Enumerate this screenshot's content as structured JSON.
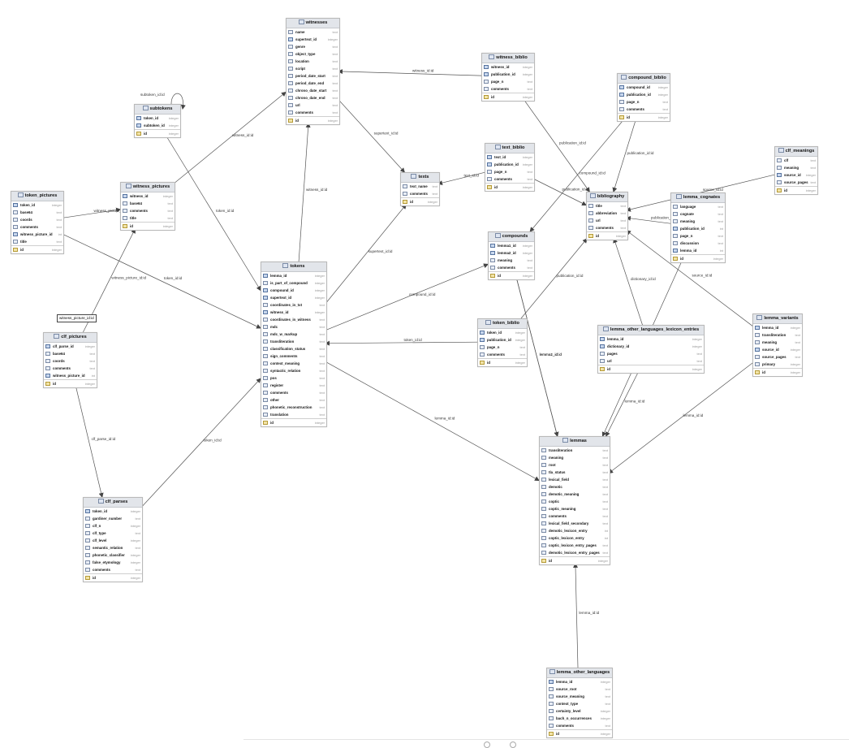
{
  "diagram": {
    "tables": [
      {
        "key": "witnesses",
        "title": "witnesses",
        "columns": [
          {
            "name": "name",
            "type": "text"
          },
          {
            "name": "supertext_id",
            "type": "integer"
          },
          {
            "name": "genre",
            "type": "text"
          },
          {
            "name": "object_type",
            "type": "text"
          },
          {
            "name": "location",
            "type": "text"
          },
          {
            "name": "script",
            "type": "text"
          },
          {
            "name": "period_date_start",
            "type": "text"
          },
          {
            "name": "period_date_end",
            "type": "text"
          },
          {
            "name": "chrono_date_start",
            "type": "text"
          },
          {
            "name": "chrono_date_end",
            "type": "text"
          },
          {
            "name": "url",
            "type": "text"
          },
          {
            "name": "comments",
            "type": "text"
          },
          {
            "name": "id",
            "type": "integer"
          }
        ]
      },
      {
        "key": "witness_biblio",
        "title": "witness_biblio",
        "columns": [
          {
            "name": "witness_id",
            "type": "integer"
          },
          {
            "name": "publication_id",
            "type": "integer"
          },
          {
            "name": "page_n",
            "type": "text"
          },
          {
            "name": "comments",
            "type": "text"
          },
          {
            "name": "id",
            "type": "integer"
          }
        ]
      },
      {
        "key": "compound_biblio",
        "title": "compound_biblio",
        "columns": [
          {
            "name": "compound_id",
            "type": "integer"
          },
          {
            "name": "publication_id",
            "type": "integer"
          },
          {
            "name": "page_n",
            "type": "text"
          },
          {
            "name": "comments",
            "type": "text"
          },
          {
            "name": "id",
            "type": "integer"
          }
        ]
      },
      {
        "key": "subtokens",
        "title": "subtokens",
        "columns": [
          {
            "name": "token_id",
            "type": "integer"
          },
          {
            "name": "subtoken_id",
            "type": "integer"
          },
          {
            "name": "id",
            "type": "integer"
          }
        ]
      },
      {
        "key": "text_biblio",
        "title": "text_biblio",
        "columns": [
          {
            "name": "text_id",
            "type": "integer"
          },
          {
            "name": "publication_id",
            "type": "integer"
          },
          {
            "name": "page_n",
            "type": "text"
          },
          {
            "name": "comments",
            "type": "text"
          },
          {
            "name": "id",
            "type": "integer"
          }
        ]
      },
      {
        "key": "clf_meanings",
        "title": "clf_meanings",
        "columns": [
          {
            "name": "clf",
            "type": "text"
          },
          {
            "name": "meaning",
            "type": "text"
          },
          {
            "name": "source_id",
            "type": "integer"
          },
          {
            "name": "source_pages",
            "type": "text"
          },
          {
            "name": "id",
            "type": "integer"
          }
        ]
      },
      {
        "key": "texts",
        "title": "texts",
        "columns": [
          {
            "name": "text_name",
            "type": "text"
          },
          {
            "name": "comments",
            "type": "text"
          },
          {
            "name": "id",
            "type": "integer"
          }
        ]
      },
      {
        "key": "token_pictures",
        "title": "token_pictures",
        "columns": [
          {
            "name": "token_id",
            "type": "integer"
          },
          {
            "name": "base64",
            "type": "text"
          },
          {
            "name": "coords",
            "type": "text"
          },
          {
            "name": "comments",
            "type": "text"
          },
          {
            "name": "witness_picture_id",
            "type": "int"
          },
          {
            "name": "title",
            "type": "text"
          },
          {
            "name": "id",
            "type": "integer"
          }
        ]
      },
      {
        "key": "witness_pictures",
        "title": "witness_pictures",
        "columns": [
          {
            "name": "witness_id",
            "type": "integer"
          },
          {
            "name": "base64",
            "type": "text"
          },
          {
            "name": "comments",
            "type": "text"
          },
          {
            "name": "title",
            "type": "text"
          },
          {
            "name": "id",
            "type": "integer"
          }
        ]
      },
      {
        "key": "bibliography",
        "title": "bibliography",
        "columns": [
          {
            "name": "title",
            "type": "text"
          },
          {
            "name": "abbreviation",
            "type": "text"
          },
          {
            "name": "url",
            "type": "text"
          },
          {
            "name": "comments",
            "type": "text"
          },
          {
            "name": "id",
            "type": "integer"
          }
        ]
      },
      {
        "key": "lemma_cognates",
        "title": "lemma_cognates",
        "columns": [
          {
            "name": "language",
            "type": "text"
          },
          {
            "name": "cognate",
            "type": "text"
          },
          {
            "name": "meaning",
            "type": "text"
          },
          {
            "name": "publication_id",
            "type": "int"
          },
          {
            "name": "page_n",
            "type": "text"
          },
          {
            "name": "discussion",
            "type": "text"
          },
          {
            "name": "lemma_id",
            "type": "int"
          },
          {
            "name": "id",
            "type": "integer"
          }
        ]
      },
      {
        "key": "compounds",
        "title": "compounds",
        "columns": [
          {
            "name": "lemma1_id",
            "type": "integer"
          },
          {
            "name": "lemma2_id",
            "type": "integer"
          },
          {
            "name": "meaning",
            "type": "text"
          },
          {
            "name": "comments",
            "type": "text"
          },
          {
            "name": "id",
            "type": "integer"
          }
        ]
      },
      {
        "key": "tokens",
        "title": "tokens",
        "columns": [
          {
            "name": "lemma_id",
            "type": "integer"
          },
          {
            "name": "is_part_of_compound",
            "type": "integer"
          },
          {
            "name": "compound_id",
            "type": "integer"
          },
          {
            "name": "supertext_id",
            "type": "integer"
          },
          {
            "name": "coordinates_in_txt",
            "type": "text"
          },
          {
            "name": "witness_id",
            "type": "integer"
          },
          {
            "name": "coordinates_in_witness",
            "type": "text"
          },
          {
            "name": "mdc",
            "type": "text"
          },
          {
            "name": "mdc_w_markup",
            "type": "text"
          },
          {
            "name": "transliteration",
            "type": "text"
          },
          {
            "name": "classification_status",
            "type": "text"
          },
          {
            "name": "sign_comments",
            "type": "text"
          },
          {
            "name": "context_meaning",
            "type": "text"
          },
          {
            "name": "syntactic_relation",
            "type": "text"
          },
          {
            "name": "pos",
            "type": "text"
          },
          {
            "name": "register",
            "type": "text"
          },
          {
            "name": "comments",
            "type": "text"
          },
          {
            "name": "other",
            "type": "text"
          },
          {
            "name": "phonetic_reconstruction",
            "type": "text"
          },
          {
            "name": "translation",
            "type": "text"
          },
          {
            "name": "id",
            "type": "integer"
          }
        ]
      },
      {
        "key": "lemma_variants",
        "title": "lemma_variants",
        "columns": [
          {
            "name": "lemma_id",
            "type": "integer"
          },
          {
            "name": "transliteration",
            "type": "text"
          },
          {
            "name": "meaning",
            "type": "text"
          },
          {
            "name": "source_id",
            "type": "integer"
          },
          {
            "name": "source_pages",
            "type": "text"
          },
          {
            "name": "primary",
            "type": "integer"
          },
          {
            "name": "id",
            "type": "integer"
          }
        ]
      },
      {
        "key": "token_biblio",
        "title": "token_biblio",
        "columns": [
          {
            "name": "token_id",
            "type": "integer"
          },
          {
            "name": "publication_id",
            "type": "integer"
          },
          {
            "name": "page_n",
            "type": "text"
          },
          {
            "name": "comments",
            "type": "text"
          },
          {
            "name": "id",
            "type": "integer"
          }
        ]
      },
      {
        "key": "lemma_other_languages_lexicon_entries",
        "title": "lemma_other_languages_lexicon_entries",
        "columns": [
          {
            "name": "lemma_id",
            "type": "integer"
          },
          {
            "name": "dictionary_id",
            "type": "integer"
          },
          {
            "name": "pages",
            "type": "text"
          },
          {
            "name": "url",
            "type": "text"
          },
          {
            "name": "id",
            "type": "integer"
          }
        ]
      },
      {
        "key": "clf_pictures",
        "title": "clf_pictures",
        "columns": [
          {
            "name": "clf_parse_id",
            "type": "integer"
          },
          {
            "name": "base64",
            "type": "text"
          },
          {
            "name": "coords",
            "type": "text"
          },
          {
            "name": "comments",
            "type": "text"
          },
          {
            "name": "witness_picture_id",
            "type": "int"
          },
          {
            "name": "id",
            "type": "integer"
          }
        ]
      },
      {
        "key": "lemmas",
        "title": "lemmas",
        "columns": [
          {
            "name": "transliteration",
            "type": "text"
          },
          {
            "name": "meaning",
            "type": "text"
          },
          {
            "name": "root",
            "type": "text"
          },
          {
            "name": "tla_status",
            "type": "text"
          },
          {
            "name": "lexical_field",
            "type": "text"
          },
          {
            "name": "demotic",
            "type": "text"
          },
          {
            "name": "demotic_meaning",
            "type": "text"
          },
          {
            "name": "coptic",
            "type": "text"
          },
          {
            "name": "coptic_meaning",
            "type": "text"
          },
          {
            "name": "comments",
            "type": "text"
          },
          {
            "name": "lexical_field_secondary",
            "type": "text"
          },
          {
            "name": "demotic_lexicon_entry",
            "type": "int"
          },
          {
            "name": "coptic_lexicon_entry",
            "type": "int"
          },
          {
            "name": "coptic_lexicon_entry_pages",
            "type": "text"
          },
          {
            "name": "demotic_lexicon_entry_pages",
            "type": "text"
          },
          {
            "name": "id",
            "type": "integer"
          }
        ]
      },
      {
        "key": "clf_parses",
        "title": "clf_parses",
        "columns": [
          {
            "name": "token_id",
            "type": "integer"
          },
          {
            "name": "gardiner_number",
            "type": "text"
          },
          {
            "name": "clf_n",
            "type": "integer"
          },
          {
            "name": "clf_type",
            "type": "text"
          },
          {
            "name": "clf_level",
            "type": "integer"
          },
          {
            "name": "semantic_relation",
            "type": "text"
          },
          {
            "name": "phonetic_classifier",
            "type": "integer"
          },
          {
            "name": "false_etymology",
            "type": "integer"
          },
          {
            "name": "comments",
            "type": "text"
          },
          {
            "name": "id",
            "type": "integer"
          }
        ]
      },
      {
        "key": "lemma_other_languages",
        "title": "lemma_other_languages",
        "columns": [
          {
            "name": "lemma_id",
            "type": "integer"
          },
          {
            "name": "source_root",
            "type": "text"
          },
          {
            "name": "source_meaning",
            "type": "text"
          },
          {
            "name": "context_type",
            "type": "text"
          },
          {
            "name": "certainty_level",
            "type": "integer"
          },
          {
            "name": "bach_n_occurrences",
            "type": "integer"
          },
          {
            "name": "comments",
            "type": "text"
          },
          {
            "name": "id",
            "type": "integer"
          }
        ]
      }
    ],
    "relations": [
      {
        "from": "subtokens",
        "to": "subtokens",
        "label": "subtoken_id:id"
      },
      {
        "from": "witness_biblio",
        "to": "witnesses",
        "label": "witness_id:id"
      },
      {
        "from": "witnesses",
        "to": "texts",
        "label": "supertext_id:id"
      },
      {
        "from": "witness_pictures",
        "to": "witnesses",
        "label": "witness_id:id"
      },
      {
        "from": "token_pictures",
        "to": "witness_pictures",
        "label": "witness_picture_id:id"
      },
      {
        "from": "token_pictures",
        "to": "tokens",
        "label": "token_id:id"
      },
      {
        "from": "subtokens",
        "to": "tokens",
        "label": "token_id:id"
      },
      {
        "from": "tokens",
        "to": "witnesses",
        "label": "witness_id:id"
      },
      {
        "from": "tokens",
        "to": "texts",
        "label": "supertext_id:id"
      },
      {
        "from": "text_biblio",
        "to": "texts",
        "label": "text_id:id"
      },
      {
        "from": "witness_biblio",
        "to": "bibliography",
        "label": "publication_id:id"
      },
      {
        "from": "text_biblio",
        "to": "bibliography",
        "label": "publication_id:id"
      },
      {
        "from": "compound_biblio",
        "to": "bibliography",
        "label": "publication_id:id"
      },
      {
        "from": "compound_biblio",
        "to": "compounds",
        "label": "compound_id:id"
      },
      {
        "from": "clf_meanings",
        "to": "bibliography",
        "label": "source_id:id"
      },
      {
        "from": "lemma_cognates",
        "to": "bibliography",
        "label": "publication_id:id"
      },
      {
        "from": "tokens",
        "to": "compounds",
        "label": "compound_id:id"
      },
      {
        "from": "token_biblio",
        "to": "bibliography",
        "label": "publication_id:id"
      },
      {
        "from": "token_biblio",
        "to": "tokens",
        "label": "token_id:id"
      },
      {
        "from": "lemma_variants",
        "to": "bibliography",
        "label": "source_id:id"
      },
      {
        "from": "lemma_other_languages_lexicon_entries",
        "to": "bibliography",
        "label": "dictionary_id:id"
      },
      {
        "from": "clf_pictures",
        "to": "witness_pictures",
        "label": "witness_picture_id:id"
      },
      {
        "from": "clf_pictures",
        "to": "clf_parses",
        "label": "clf_parse_id:id"
      },
      {
        "from": "clf_parses",
        "to": "tokens",
        "label": "token_id:id"
      },
      {
        "from": "tokens",
        "to": "lemmas",
        "label": "lemma_id:id"
      },
      {
        "from": "compounds",
        "to": "lemmas",
        "label": "lemma1_id:id"
      },
      {
        "from": "compounds",
        "to": "lemmas",
        "label": "lemma2_id:id"
      },
      {
        "from": "lemma_cognates",
        "to": "lemmas",
        "label": "lemma_id:id"
      },
      {
        "from": "lemma_variants",
        "to": "lemmas",
        "label": "lemma_id:id"
      },
      {
        "from": "lemma_other_languages_lexicon_entries",
        "to": "lemmas",
        "label": "lemma_id:id"
      },
      {
        "from": "lemma_other_languages",
        "to": "lemmas",
        "label": "lemma_id:id"
      }
    ],
    "selected_label": "witness_picture_id:id"
  }
}
